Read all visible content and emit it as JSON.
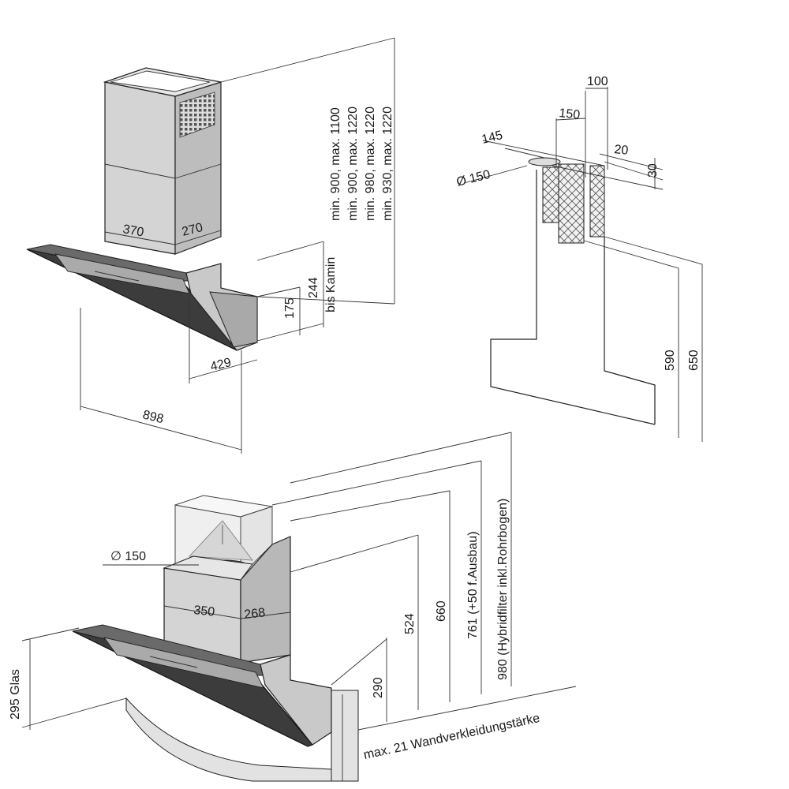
{
  "top_left": {
    "chimney_width": "370",
    "chimney_depth": "270",
    "height_1": "min. 900, max. 1100",
    "height_2": "min. 900, max. 1220",
    "height_3": "min. 980, max. 1220",
    "height_4": "min. 930, max. 1220",
    "to_chimney_value": "244",
    "to_chimney_label": "bis Kamin",
    "hood_height": "175",
    "hood_depth": "429",
    "hood_width": "898"
  },
  "top_right": {
    "dim_100": "100",
    "dim_150": "150",
    "dim_145": "145",
    "dim_20": "20",
    "dim_30": "30",
    "duct_diameter": "Ø 150",
    "dim_590": "590",
    "dim_650": "650"
  },
  "bottom": {
    "duct_diameter": "∅ 150",
    "chimney_width": "350",
    "chimney_depth": "268",
    "glass_height": "295 Glas",
    "dim_290": "290",
    "dim_524": "524",
    "dim_660": "660",
    "dim_761": "761 (+50 f.Ausbau)",
    "dim_980": "980 (Hybridfilter inkl.Rohrbogen)",
    "wall_cladding": "max. 21 Wandverkleidungstärke"
  },
  "colors": {
    "steel": "#c9c9c9",
    "steel_dark": "#a9a9a9",
    "glass": "#3c3c3c",
    "wall": "#e2e2e2"
  }
}
